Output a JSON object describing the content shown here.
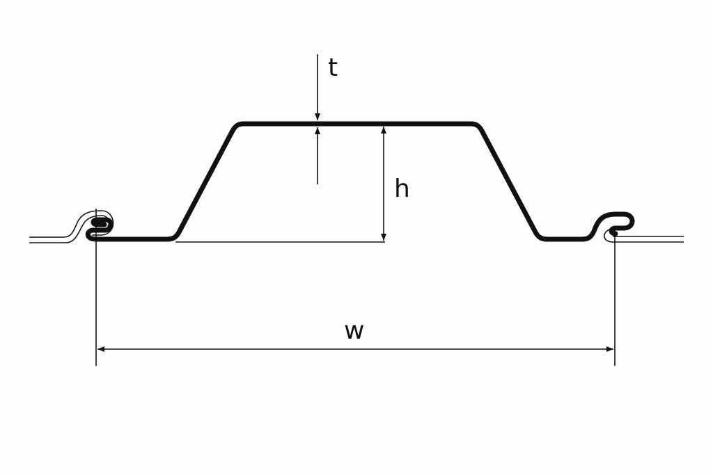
{
  "diagram": {
    "labels": {
      "thickness": "t",
      "height": "h",
      "width": "w"
    },
    "colors": {
      "profile": "#111111",
      "background": "#fdfdfd"
    }
  }
}
